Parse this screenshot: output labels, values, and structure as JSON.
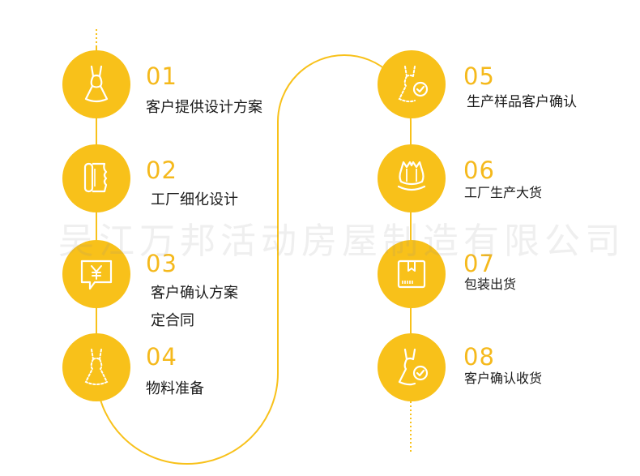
{
  "colors": {
    "accent": "#f8c11a",
    "number": "#f5b91c",
    "text": "#1a1a1a"
  },
  "steps": [
    {
      "num": "01",
      "label": "客户提供设计方案",
      "icon": "dress-icon"
    },
    {
      "num": "02",
      "label": "工厂细化设计",
      "icon": "fabric-roll-icon"
    },
    {
      "num": "03",
      "label": "客户确认方案",
      "label2": "定合同",
      "icon": "yuan-contract-icon"
    },
    {
      "num": "04",
      "label": "物料准备",
      "icon": "dress-outline-icon"
    },
    {
      "num": "05",
      "label": "生产样品客户确认",
      "icon": "dress-check-icon"
    },
    {
      "num": "06",
      "label": "工厂生产大货",
      "icon": "garments-batch-icon"
    },
    {
      "num": "07",
      "label": "包装出货",
      "icon": "package-box-icon"
    },
    {
      "num": "08",
      "label": "客户确认收货",
      "icon": "dress-received-icon"
    }
  ],
  "watermark": "吴江万邦活动房屋制造有限公司"
}
